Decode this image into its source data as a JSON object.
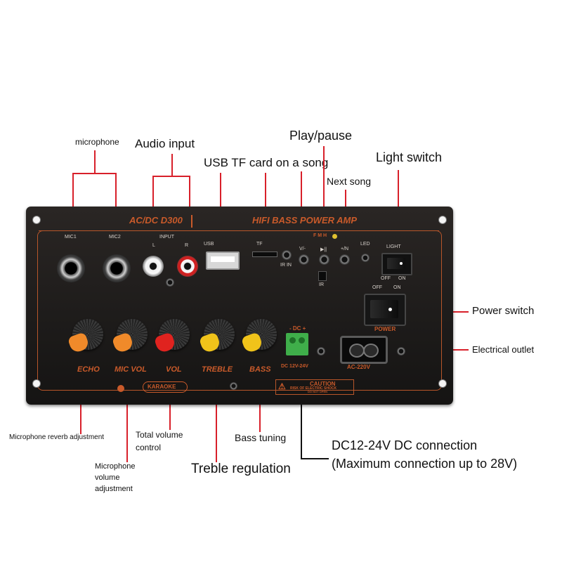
{
  "callouts": {
    "microphone": "microphone",
    "audio_input": "Audio input",
    "usb_tf": "USB TF card on a song",
    "play_pause": "Play/pause",
    "next_song": "Next song",
    "light_switch": "Light switch",
    "power_switch": "Power switch",
    "electrical_outlet": "Electrical outlet",
    "mic_reverb": "Microphone reverb adjustment",
    "total_volume_1": "Total volume",
    "total_volume_2": "control",
    "bass_tuning": "Bass tuning",
    "mic_volume_1": "Microphone",
    "mic_volume_2": "volume",
    "mic_volume_3": "adjustment",
    "treble": "Treble regulation",
    "dc_1": "DC12-24V DC connection",
    "dc_2": "(Maximum connection up to 28V)"
  },
  "panel": {
    "model": "AC/DC D300",
    "title": "HIFI  BASS  POWER AMP",
    "mic1": "MIC1",
    "mic2": "MIC2",
    "input": "INPUT",
    "l": "L",
    "r": "R",
    "usb": "USB",
    "tf": "TF",
    "ir_in": "IR IN",
    "ir": "IR",
    "fm": "F M H",
    "vol_minus": "V/-",
    "play": "▶||",
    "vol_plus": "+/N",
    "led": "LED",
    "light": "LIGHT",
    "light_off": "OFF",
    "light_on": "ON",
    "power_off": "OFF",
    "power_on": "ON",
    "power": "POWER",
    "dc_marks": "- DC +",
    "dc_label": "DC 12V-24V",
    "ac_label": "AC-220V",
    "echo": "ECHO",
    "mic_vol": "MIC VOL",
    "vol": "VOL",
    "treble": "TREBLE",
    "bass": "BASS",
    "karaoke": "KARAOKE",
    "caution": "CAUTION",
    "caution_sub1": "RISK OF ELECTRIC SHOCK",
    "caution_sub2": "DO NOT OPEN"
  },
  "colors": {
    "callout_line": "#d8202a",
    "silkscreen": "#c95a2a",
    "knob_echo": "#f08a2a",
    "knob_mic_vol": "#f08a2a",
    "knob_vol": "#e0231f",
    "knob_treble": "#f0c31a",
    "knob_bass": "#f0c31a",
    "dc_terminal": "#3fae4a"
  }
}
